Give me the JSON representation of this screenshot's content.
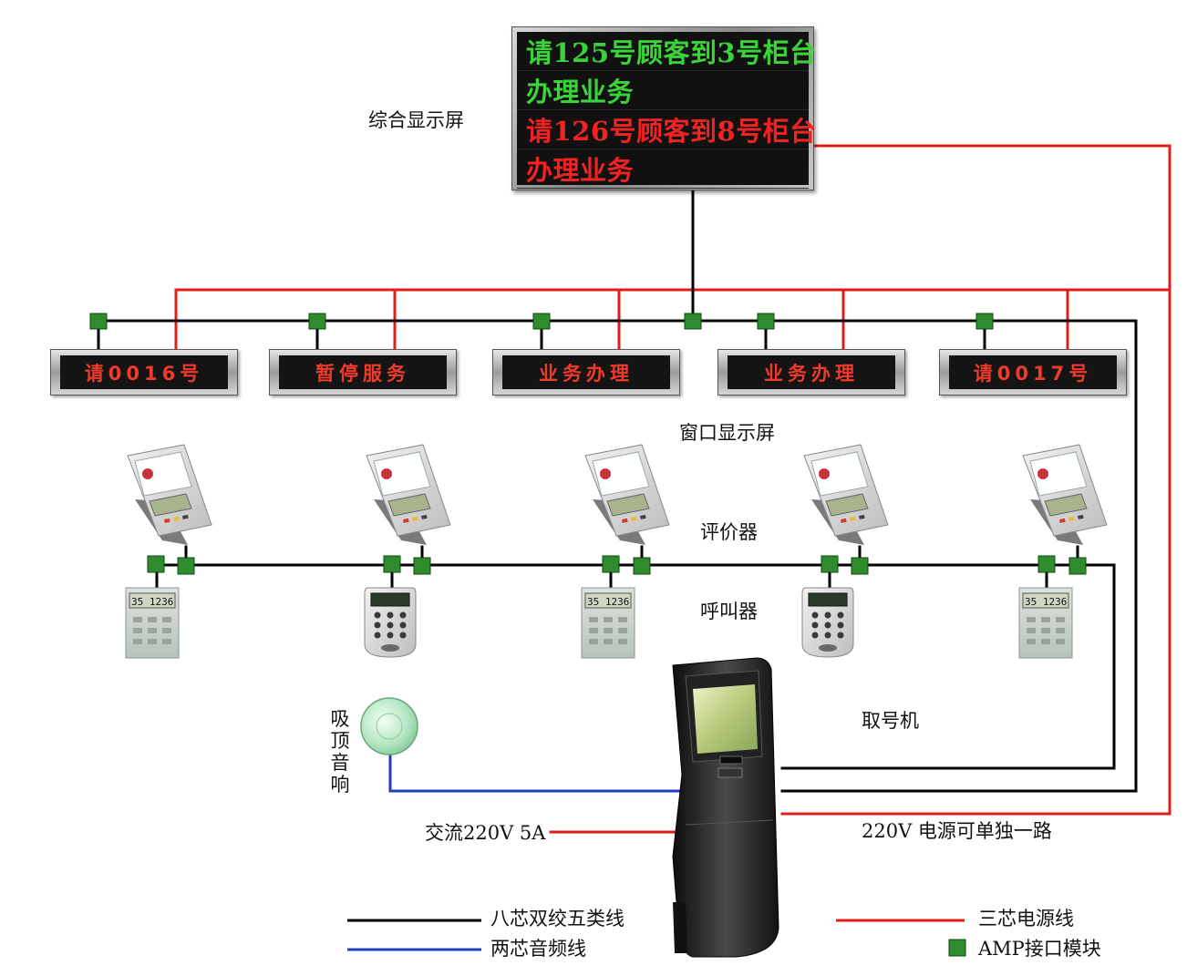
{
  "main_screen": {
    "label": "综合显示屏",
    "lines": [
      {
        "text": "请125号顾客到3号柜台",
        "color": "#3ad43a"
      },
      {
        "text": "办理业务",
        "color": "#3ad43a"
      },
      {
        "text": "请126号顾客到8号柜台",
        "color": "#f02222"
      },
      {
        "text": "办理业务",
        "color": "#f02222"
      }
    ]
  },
  "window_displays": {
    "label": "窗口显示屏",
    "items": [
      "请0016号",
      "暂停服务",
      "业务办理",
      "业务办理",
      "请0017号"
    ]
  },
  "evaluators": {
    "label": "评价器"
  },
  "callers": {
    "label": "呼叫器",
    "lcd_text": "35 1236"
  },
  "ceiling_speaker": {
    "label": "吸顶音响"
  },
  "ticket_machine": {
    "label": "取号机"
  },
  "power": {
    "ac_label": "交流220V 5A",
    "separate_label": "220V 电源可单独一路"
  },
  "legend": {
    "eight_core": "八芯双绞五类线",
    "two_core_audio": "两芯音频线",
    "three_core_power": "三芯电源线",
    "amp_module": "AMP接口模块"
  },
  "colors": {
    "data_line": "#000000",
    "power_line": "#e21b1b",
    "audio_line": "#1f3fbf",
    "amp_module": "#2e8b2e"
  }
}
